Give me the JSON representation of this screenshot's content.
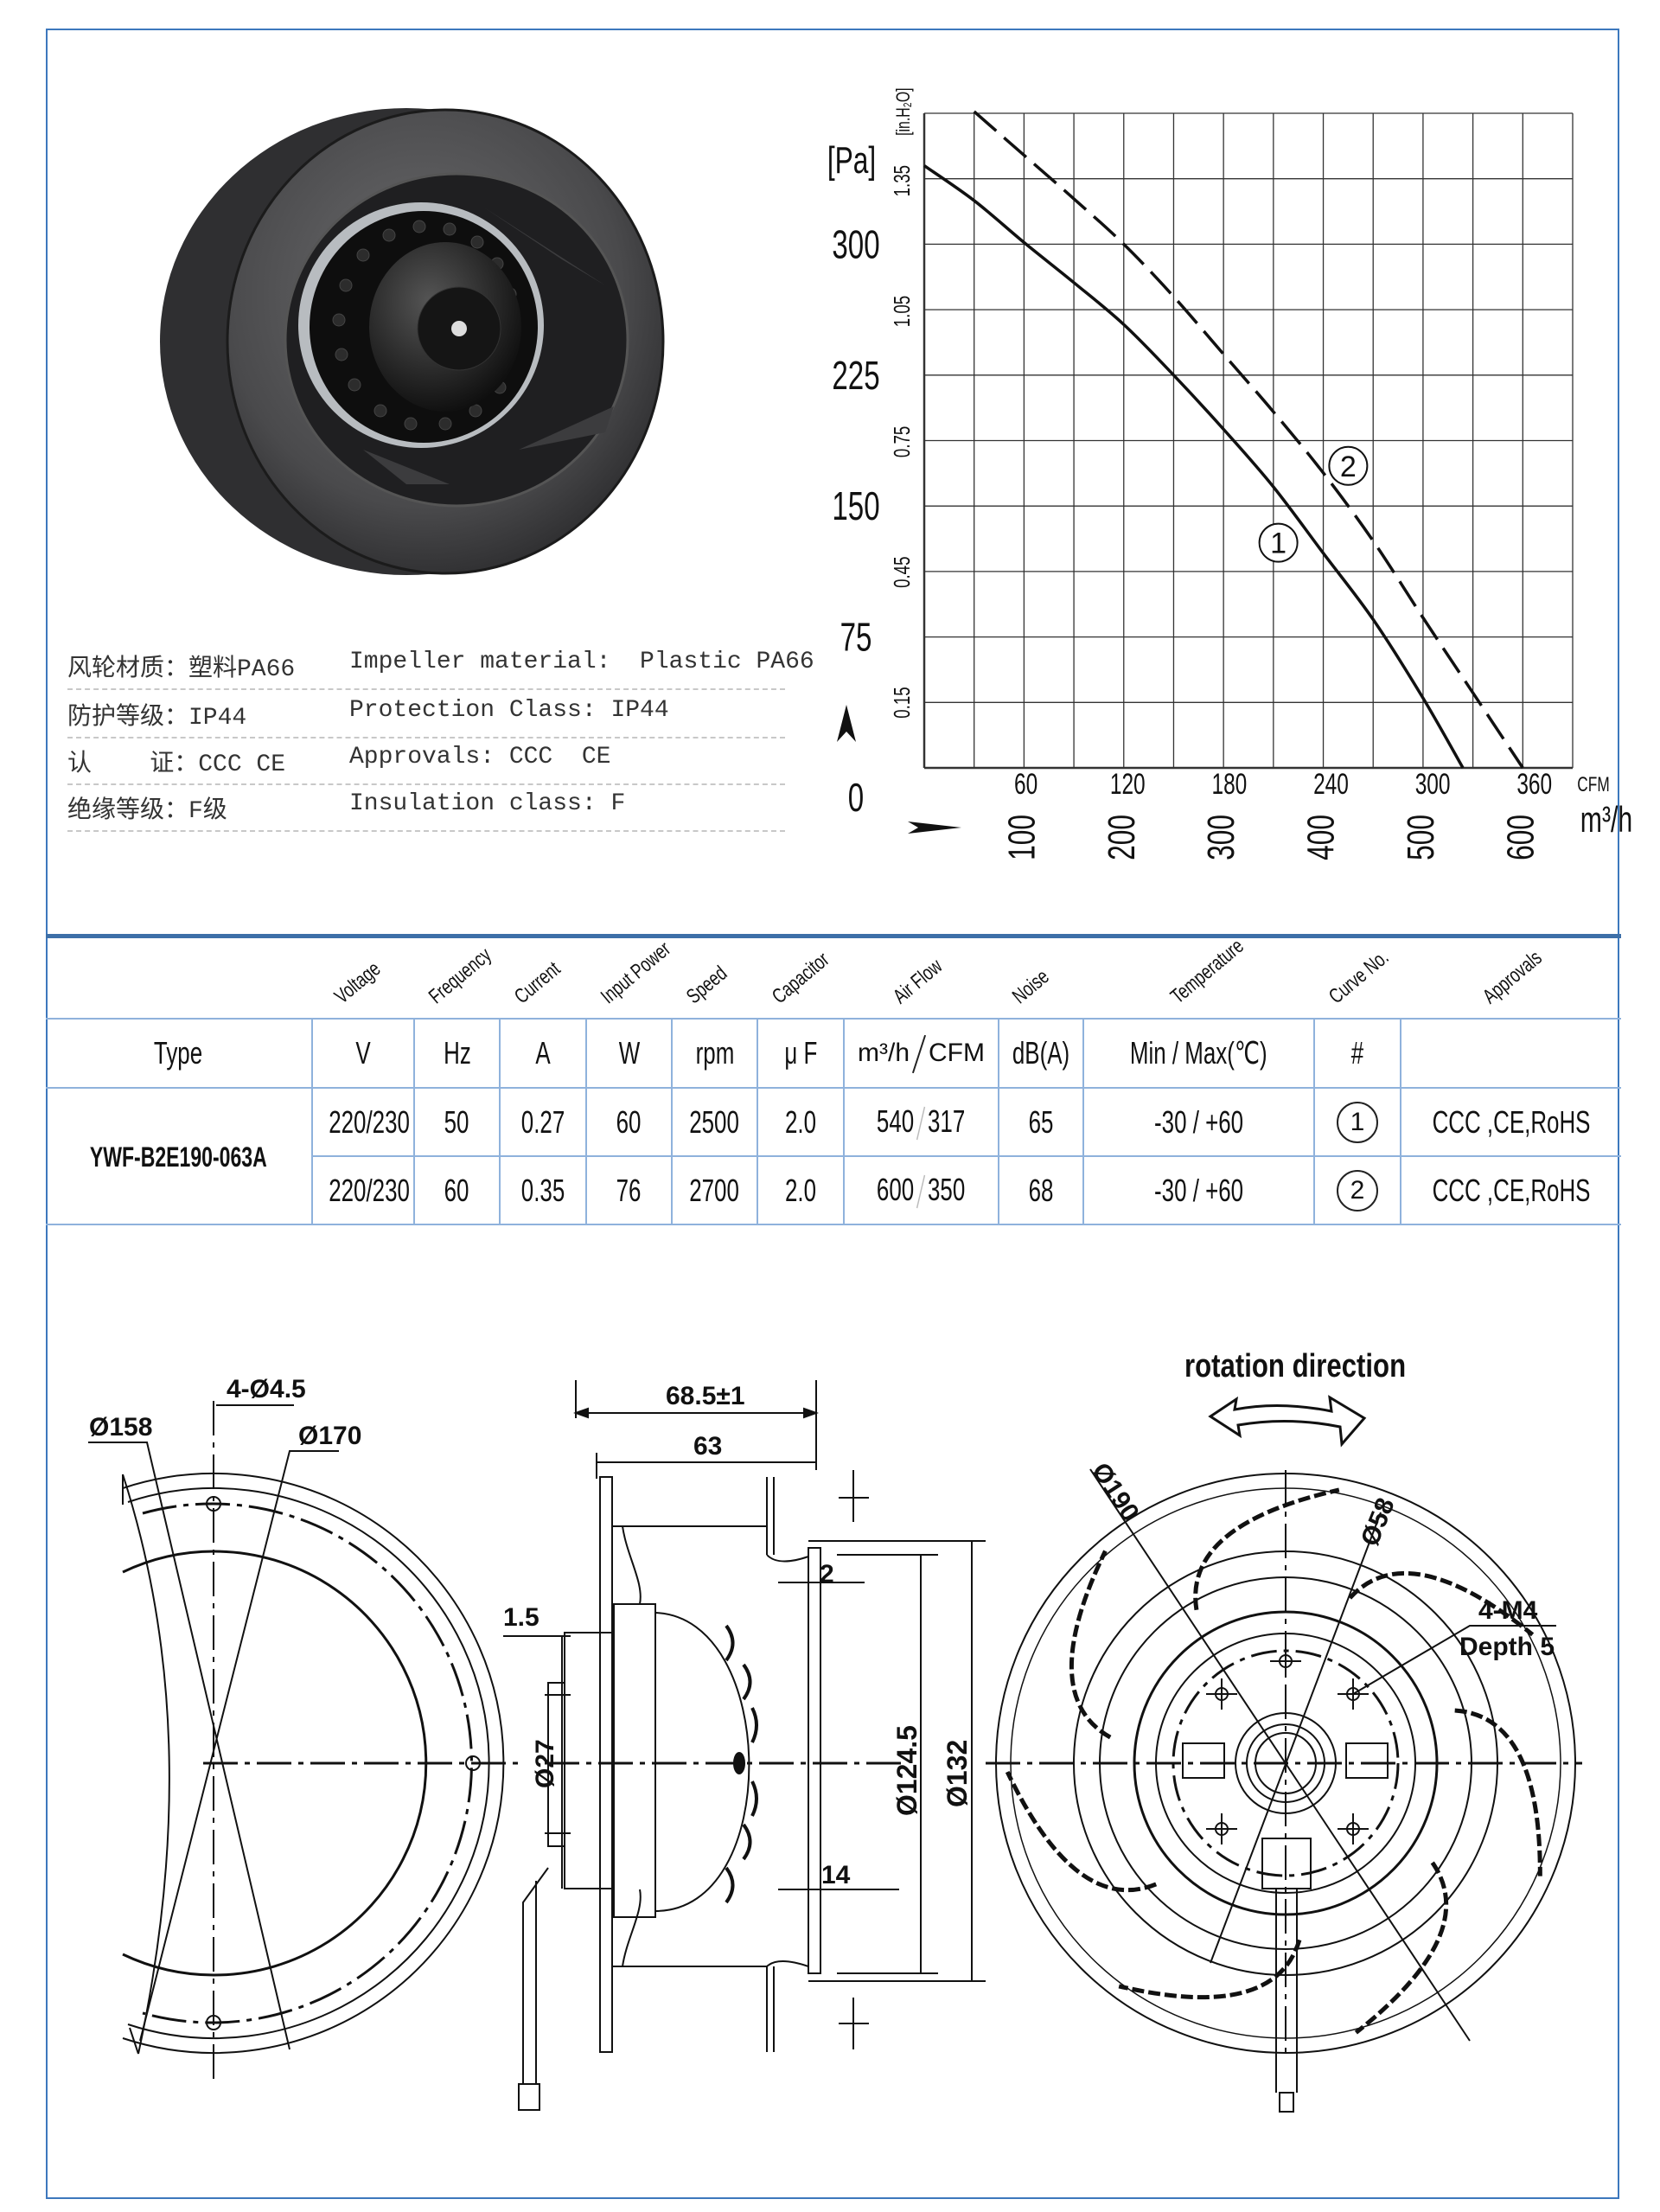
{
  "specs": [
    {
      "cn": "风轮材质：塑料PA66",
      "en": "Impeller material:  Plastic PA66"
    },
    {
      "cn": "防护等级：IP44",
      "en": "Protection Class: IP44"
    },
    {
      "cn": "认    证：CCC CE",
      "en": "Approvals: CCC  CE"
    },
    {
      "cn": "绝缘等级：F级",
      "en": "Insulation class: F"
    }
  ],
  "chart_data": {
    "type": "line",
    "title": "",
    "ylabel": "[Pa]",
    "ylabel_secondary": "[in.H₂O]",
    "xlabel": "m³/h",
    "xlabel_secondary": "CFM",
    "xlim": [
      0,
      650
    ],
    "ylim": [
      0,
      375
    ],
    "grid": true,
    "y_ticks": [
      "0",
      "75",
      "150",
      "225",
      "300"
    ],
    "y_tick_values": [
      0,
      75,
      150,
      225,
      300
    ],
    "y_secondary_ticks": [
      "0.15",
      "0.45",
      "0.75",
      "1.05",
      "1.35"
    ],
    "x_ticks": [
      "100",
      "200",
      "300",
      "400",
      "500",
      "600"
    ],
    "x_tick_values": [
      100,
      200,
      300,
      400,
      500,
      600
    ],
    "x_secondary_ticks": [
      "60",
      "120",
      "180",
      "240",
      "300",
      "360"
    ],
    "series": [
      {
        "name": "①",
        "style": "solid",
        "x": [
          0,
          50,
          100,
          150,
          200,
          250,
          300,
          350,
          400,
          450,
          500,
          540
        ],
        "y": [
          345,
          325,
          301,
          278,
          254,
          225,
          194,
          161,
          123,
          85,
          40,
          0
        ],
        "label_at": [
          355,
          129
        ]
      },
      {
        "name": "②",
        "style": "dashed",
        "x": [
          50,
          100,
          150,
          200,
          250,
          300,
          350,
          400,
          450,
          500,
          550,
          600
        ],
        "y": [
          376,
          351,
          326,
          300,
          270,
          237,
          204,
          169,
          130,
          86,
          43,
          0
        ],
        "label_at": [
          425,
          173
        ]
      }
    ]
  },
  "table": {
    "headers": [
      "Voltage",
      "Frequency",
      "Current",
      "Input Power",
      "Speed",
      "Capacitor",
      "Air Flow",
      "Noise",
      "Temperature",
      "Curve No.",
      "Approvals"
    ],
    "type_label": "Type",
    "units": [
      "V",
      "Hz",
      "A",
      "W",
      "rpm",
      "μ F",
      "m³/h",
      "CFM",
      "dB(A)",
      "Min / Max(℃)",
      "#"
    ],
    "model": "YWF-B2E190-063A",
    "rows": [
      {
        "voltage": "220/230",
        "frequency": "50",
        "current": "0.27",
        "power": "60",
        "speed": "2500",
        "capacitor": "2.0",
        "airflow_m3h": "540",
        "airflow_cfm": "317",
        "noise": "65",
        "temperature": "-30 / +60",
        "curve": "1",
        "approvals": "CCC ,CE,RoHS"
      },
      {
        "voltage": "220/230",
        "frequency": "60",
        "current": "0.35",
        "power": "76",
        "speed": "2700",
        "capacitor": "2.0",
        "airflow_m3h": "600",
        "airflow_cfm": "350",
        "noise": "68",
        "temperature": "-30 / +60",
        "curve": "2",
        "approvals": "CCC ,CE,RoHS"
      }
    ]
  },
  "drawings": {
    "front": {
      "d158": "Ø158",
      "holes": "4-Ø4.5",
      "d170": "Ø170"
    },
    "side": {
      "overall": "68.5±1",
      "depth": "63",
      "flange": "1.5",
      "shaft": "Ø27",
      "gap": "2",
      "lip": "14",
      "inner": "Ø124.5",
      "outer": "Ø132"
    },
    "rear": {
      "rotation": "rotation direction",
      "d190": "Ø190",
      "d58": "Ø58",
      "thread": "4-M4",
      "depth": "Depth 5"
    }
  },
  "colors": {
    "frame": "#3d78bd",
    "table_lines": "#8fb2dc",
    "divider": "#3d6fa8"
  }
}
